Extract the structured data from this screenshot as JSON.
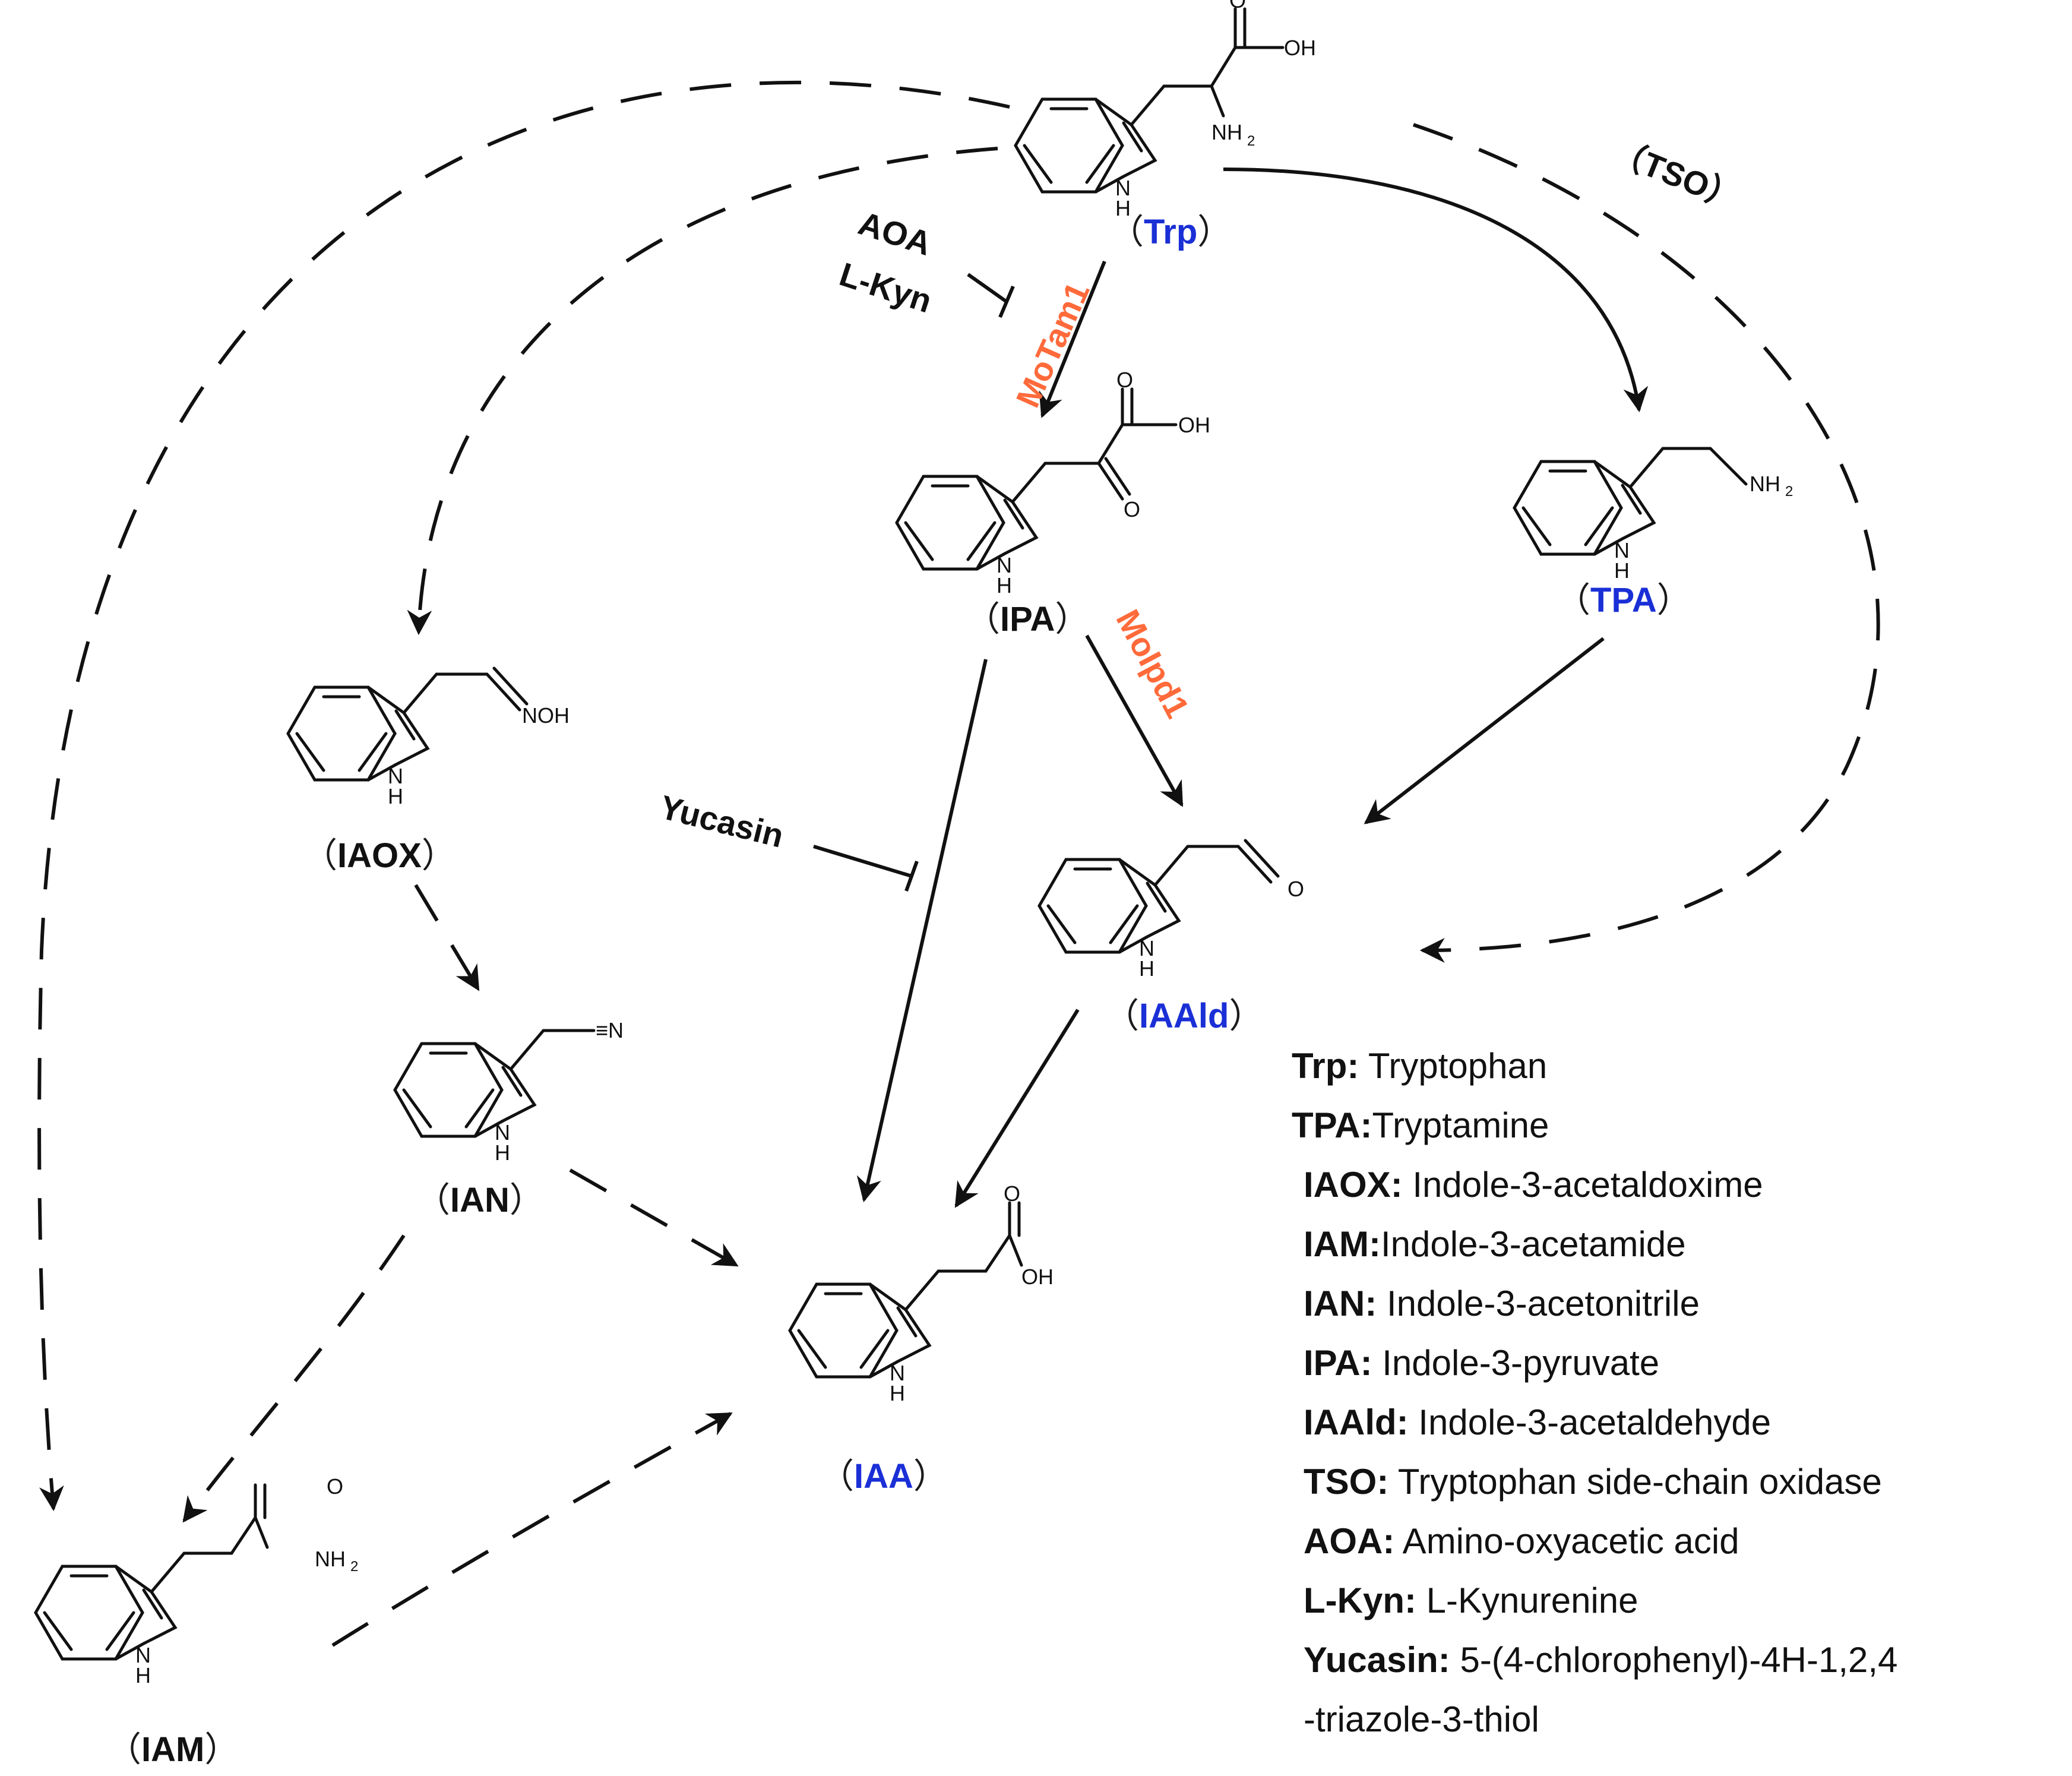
{
  "colors": {
    "ink": "#111111",
    "blue": "#1a2fd6",
    "orange": "#ff6a3a"
  },
  "molecules": {
    "trp": {
      "name": "Trp",
      "color": "blue"
    },
    "ipa": {
      "name": "IPA",
      "color": "ink"
    },
    "tpa": {
      "name": "TPA",
      "color": "blue"
    },
    "iaox": {
      "name": "IAOX",
      "color": "ink"
    },
    "iaald": {
      "name": "IAAld",
      "color": "blue"
    },
    "ian": {
      "name": "IAN",
      "color": "ink"
    },
    "iaa": {
      "name": "IAA",
      "color": "blue"
    },
    "iam": {
      "name": "IAM",
      "color": "ink"
    }
  },
  "paren_open": "（",
  "paren_close": "）",
  "atoms": {
    "oh": "OH",
    "o": "O",
    "nh": "NH",
    "sub2": "2",
    "h": "H",
    "n": "N",
    "noh": "NOH",
    "triple_n": "≡N"
  },
  "enzymes": {
    "motam1": "MoTam1",
    "moipd1": "MoIpd1",
    "tso": "（TSO）"
  },
  "inhibitors": {
    "aoa": "AOA",
    "lkyn": "L-Kyn",
    "yucasin": "Yucasin"
  },
  "legend": [
    {
      "key": "Trp:",
      "value": " Tryptophan"
    },
    {
      "key": "TPA:",
      "value": "Tryptamine"
    },
    {
      "key": "IAOX:",
      "value": " Indole-3-acetaldoxime"
    },
    {
      "key": "IAM:",
      "value": "Indole-3-acetamide"
    },
    {
      "key": "IAN:",
      "value": " Indole-3-acetonitrile"
    },
    {
      "key": "IPA:",
      "value": " Indole-3-pyruvate"
    },
    {
      "key": "IAAld:",
      "value": " Indole-3-acetaldehyde"
    },
    {
      "key": "TSO:",
      "value": " Tryptophan side-chain oxidase"
    },
    {
      "key": "AOA:",
      "value": " Amino-oxyacetic acid"
    },
    {
      "key": "L-Kyn:",
      "value": " L-Kynurenine"
    },
    {
      "key": "Yucasin:",
      "value": " 5-(4-chlorophenyl)-4H-1,2,4"
    },
    {
      "key": "",
      "value": "-triazole-3-thiol"
    }
  ]
}
